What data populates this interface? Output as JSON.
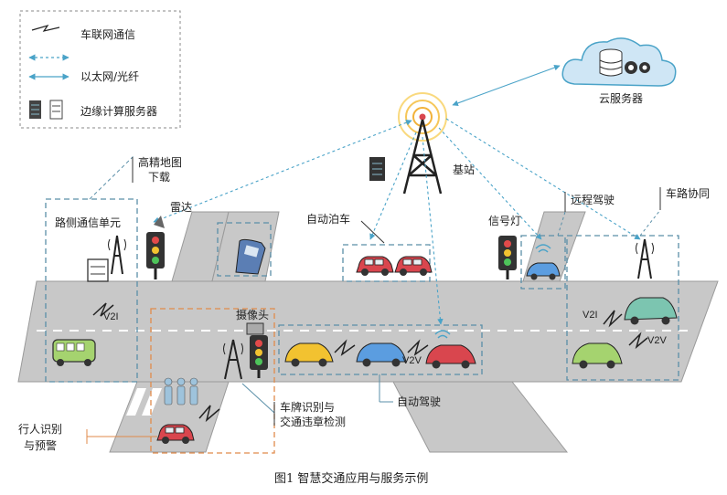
{
  "legend": {
    "v2x": "车联网通信",
    "ethernet": "以太网/光纤",
    "edge_server": "边缘计算服务器"
  },
  "nodes": {
    "cloud_server": "云服务器",
    "base_station": "基站",
    "hd_map_line1": "高精地图",
    "hd_map_line2": "下载",
    "rsu": "路侧通信单元",
    "radar": "雷达",
    "auto_parking": "自动泊车",
    "signal_light": "信号灯",
    "remote_driving": "远程驾驶",
    "vehicle_road_coop": "车路协同",
    "camera": "摄像头",
    "plate_line1": "车牌识别与",
    "plate_line2": "交通违章检测",
    "auto_driving": "自动驾驶",
    "pedestrian_line1": "行人识别",
    "pedestrian_line2": "与预警"
  },
  "links": {
    "v2i_left": "V2I",
    "v2v_center": "V2V",
    "v2i_right": "V2I",
    "v2v_right": "V2V"
  },
  "caption": "图1   智慧交通应用与服务示例",
  "colors": {
    "v2x_line": "#4aa3c8",
    "ethernet_line": "#4aa3c8",
    "group_box": "#5a8fa8",
    "group_box_orange": "#e08a4a",
    "road": "#c8c8c8",
    "road_edge": "#9a9a9a",
    "cloud": "#cfe6f5"
  }
}
